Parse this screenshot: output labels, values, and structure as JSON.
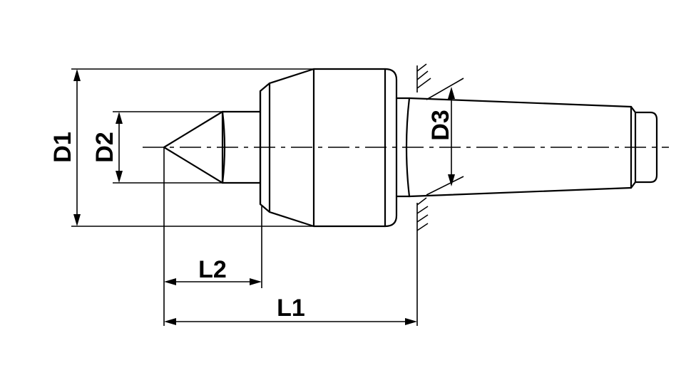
{
  "diagram": {
    "labels": {
      "d1": "D1",
      "d2": "D2",
      "d3": "D3",
      "l1": "L1",
      "l2": "L2"
    }
  }
}
